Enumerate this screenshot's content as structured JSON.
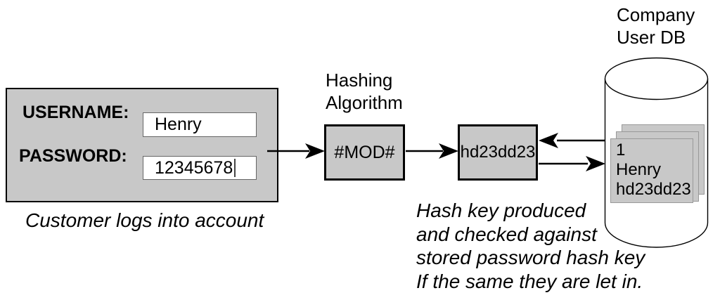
{
  "colors": {
    "box_fill": "#c8c8c8",
    "box_stroke": "#000000",
    "card_border": "#999999",
    "input_border": "#666666",
    "caret": "#444444"
  },
  "login_panel": {
    "username_label": "USERNAME:",
    "username_value": "Henry",
    "password_label": "PASSWORD:",
    "password_value": "12345678",
    "caption": "Customer logs into account"
  },
  "hashing": {
    "label": [
      "Hashing",
      "Algorithm"
    ],
    "box_text": "#MOD#"
  },
  "hash_result": {
    "box_text": "hd23dd23"
  },
  "database": {
    "label": [
      "Company",
      "User DB"
    ],
    "record": [
      "1",
      "Henry",
      "hd23dd23"
    ]
  },
  "note": [
    "Hash key produced",
    "and checked against",
    "stored password hash key",
    "If the same they are let in."
  ]
}
